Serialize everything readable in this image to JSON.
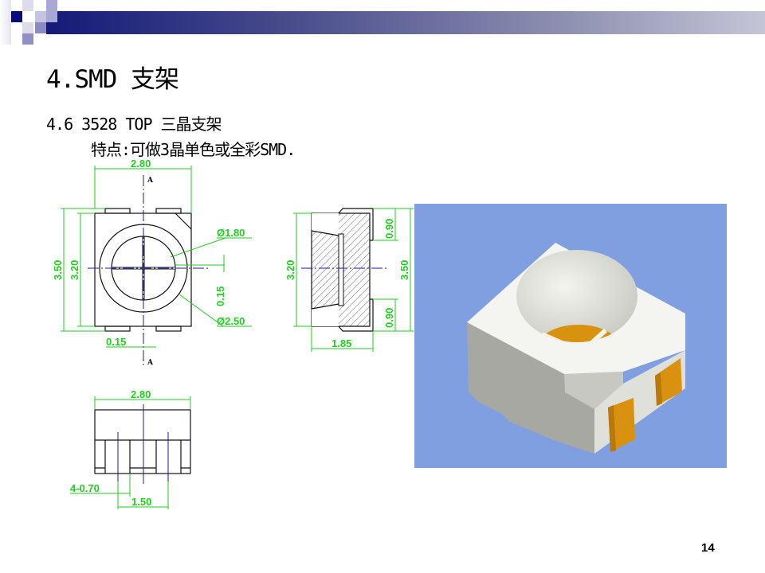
{
  "slide": {
    "title": "4.SMD 支架",
    "subtitle": "4.6 3528 TOP 三晶支架",
    "feature": "特点:可做3晶单色或全彩SMD.",
    "page_number": "14"
  },
  "drawing": {
    "front_view": {
      "width": "2.80",
      "height_outer": "3.50",
      "height_body": "3.20",
      "inner_diameter": "Ø1.80",
      "outer_diameter": "Ø2.50",
      "gap_vertical": "0.15",
      "gap_horizontal": "0.15",
      "section_top": "A",
      "section_bottom": "A"
    },
    "side_view": {
      "height_body": "3.20",
      "height_outer": "3.50",
      "pad_top": "0.90",
      "pad_bottom": "0.90",
      "depth": "1.85"
    },
    "bottom_view": {
      "width": "2.80",
      "pad_width": "4-0.70",
      "pad_pitch": "1.50"
    }
  },
  "render": {
    "background": "#7f9fe0",
    "body_color": "#f2f2ee",
    "lead_color": "#d9920f"
  }
}
